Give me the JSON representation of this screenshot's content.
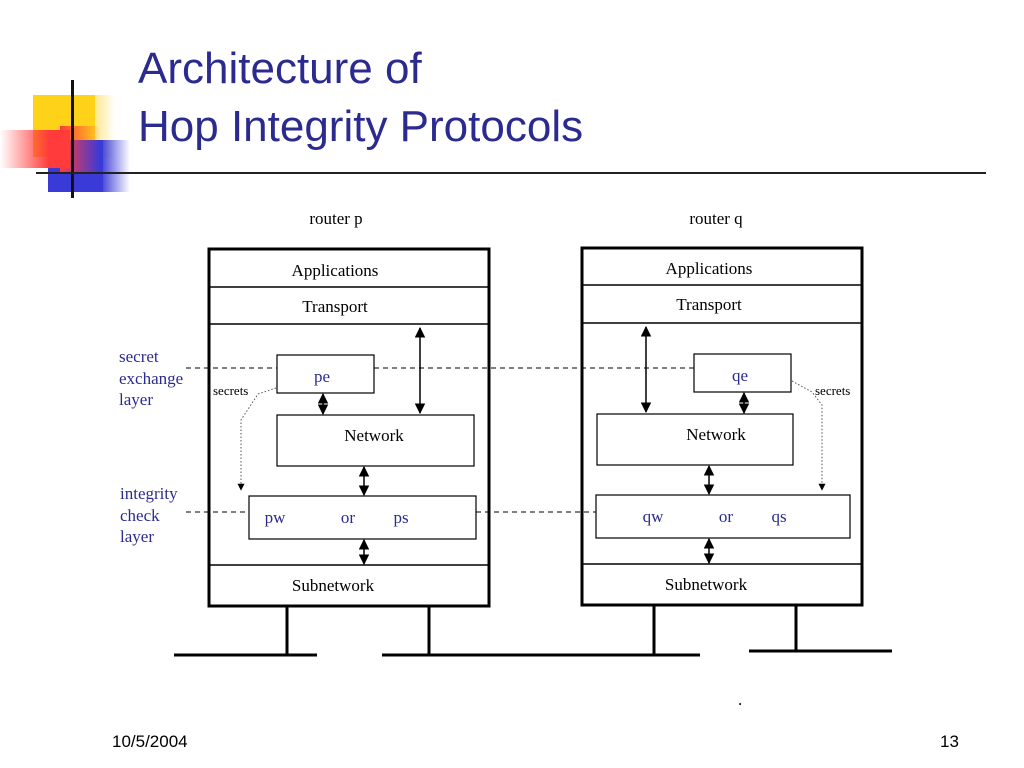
{
  "slide": {
    "title_line1": "Architecture of",
    "title_line2": "Hop Integrity Protocols",
    "date": "10/5/2004",
    "page_number": "13"
  },
  "diagram": {
    "router_p": {
      "label": "router p",
      "applications": "Applications",
      "transport": "Transport",
      "secret_module": "pe",
      "network": "Network",
      "integrity_left": "pw",
      "integrity_or": "or",
      "integrity_right": "ps",
      "subnetwork": "Subnetwork",
      "secrets": "secrets"
    },
    "router_q": {
      "label": "router q",
      "applications": "Applications",
      "transport": "Transport",
      "secret_module": "qe",
      "network": "Network",
      "integrity_left": "qw",
      "integrity_or": "or",
      "integrity_right": "qs",
      "subnetwork": "Subnetwork",
      "secrets": "secrets"
    },
    "layers": {
      "secret_line1": "secret",
      "secret_line2": "exchange",
      "secret_line3": "layer",
      "integrity_line1": "integrity",
      "integrity_line2": "check",
      "integrity_line3": "layer"
    },
    "dot": "."
  },
  "colors": {
    "title": "#2b2b8f",
    "deco_yellow": "#ffd21a",
    "deco_red": "#ff3b3b",
    "deco_blue": "#3a3ad8"
  }
}
